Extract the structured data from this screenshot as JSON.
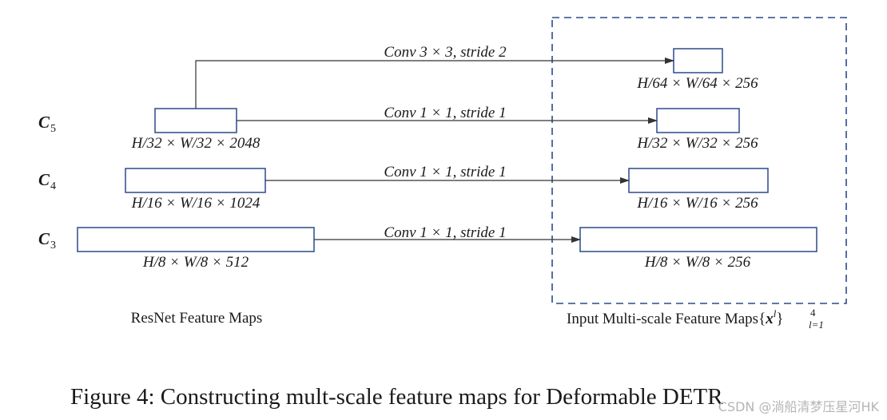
{
  "resnet": {
    "levels": [
      {
        "id": "c5",
        "name": "C",
        "sub": "5",
        "dims": "H/32 × W/32 × 2048"
      },
      {
        "id": "c4",
        "name": "C",
        "sub": "4",
        "dims": "H/16 × W/16 × 1024"
      },
      {
        "id": "c3",
        "name": "C",
        "sub": "3",
        "dims": "H/8 × W/8 × 512"
      }
    ],
    "label": "ResNet Feature Maps"
  },
  "convs": [
    {
      "id": "conv-top",
      "prefix": "Conv 3 × 3, ",
      "stride": "stride 2"
    },
    {
      "id": "conv-c5",
      "prefix": "Conv 1 × 1, ",
      "stride": "stride 1"
    },
    {
      "id": "conv-c4",
      "prefix": "Conv 1 × 1, ",
      "stride": "stride 1"
    },
    {
      "id": "conv-c3",
      "prefix": "Conv 1 × 1, ",
      "stride": "stride 1"
    }
  ],
  "multiscale": {
    "maps": [
      {
        "id": "ms-64",
        "dims": "H/64 × W/64 × 256"
      },
      {
        "id": "ms-32",
        "dims": "H/32 × W/32 × 256"
      },
      {
        "id": "ms-16",
        "dims": "H/16 × W/16 × 256"
      },
      {
        "id": "ms-8",
        "dims": "H/8 × W/8 × 256"
      }
    ],
    "label_prefix": "Input Multi-scale Feature Maps",
    "label_set_open": "{",
    "label_x": "x",
    "label_sup": "l",
    "label_set_close": "}",
    "label_upper": "4",
    "label_lower": "l=1"
  },
  "caption": "Figure 4: Constructing mult-scale feature maps for Deformable DETR",
  "watermark": "CSDN @淌船清梦压星河HK",
  "colors": {
    "box": "#2b4a8b",
    "dash": "#2b4a8b",
    "arrow": "#333333"
  }
}
